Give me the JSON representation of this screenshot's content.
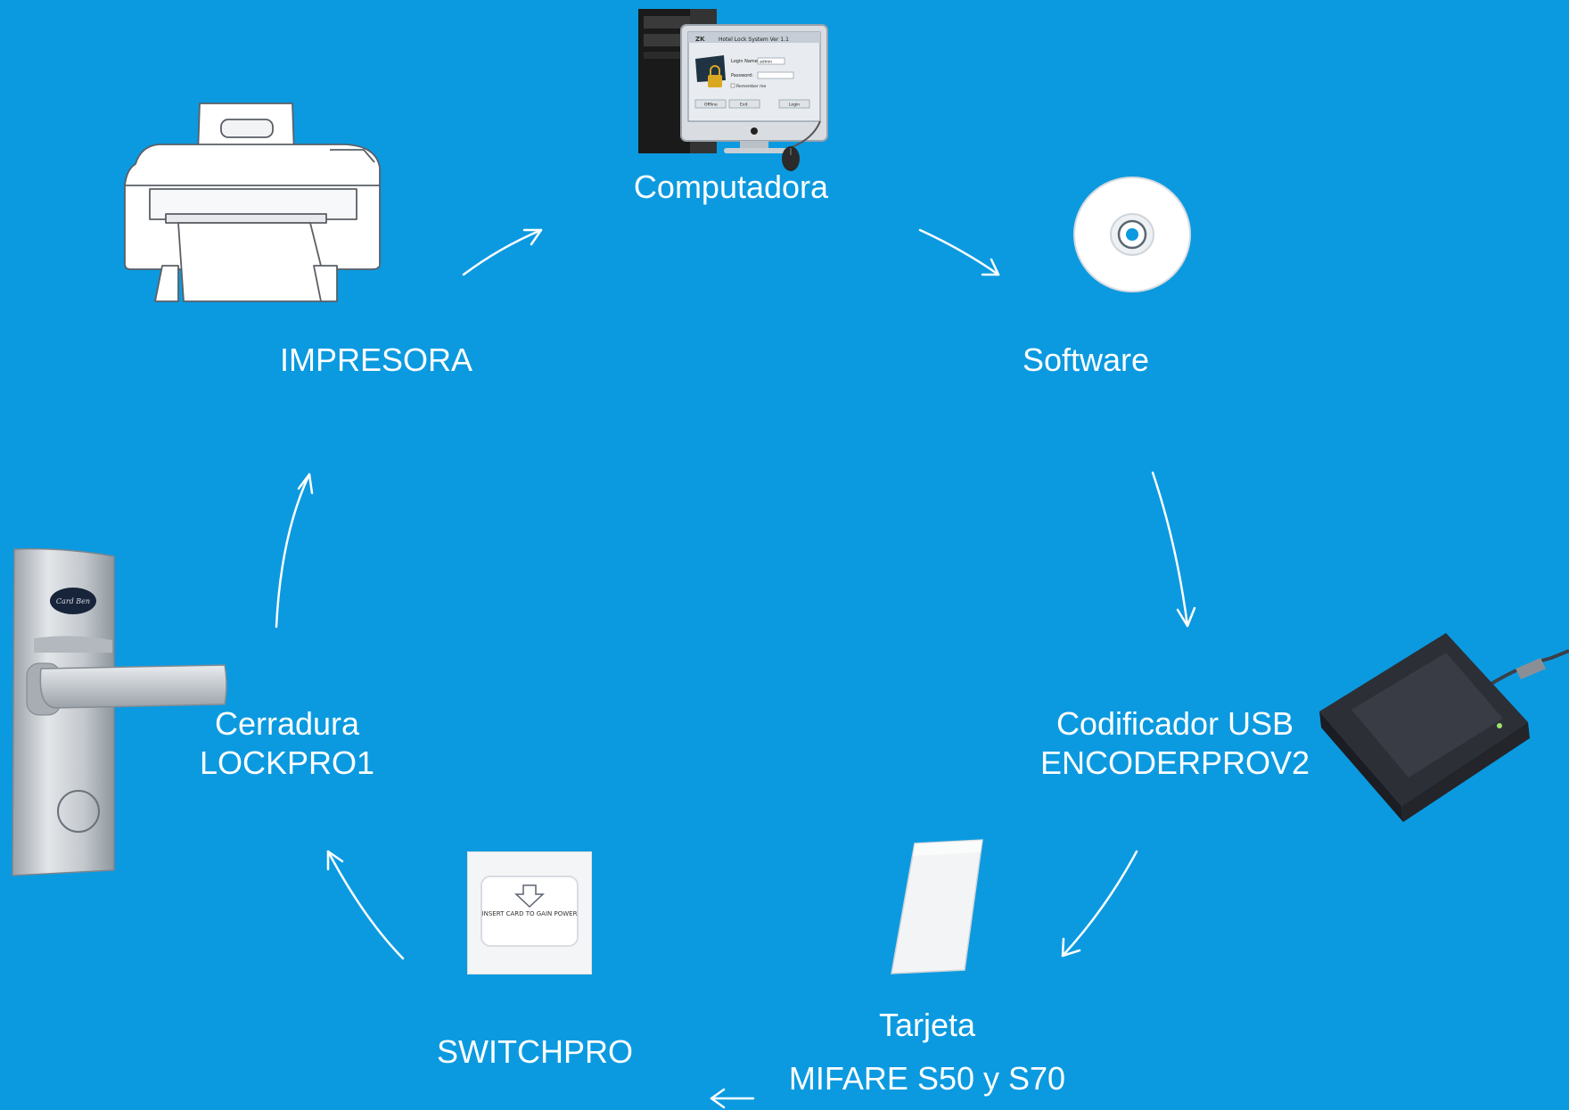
{
  "colors": {
    "background": "#0B9AE0",
    "text": "#FFFFFF",
    "arrow": "#FFFFFF"
  },
  "nodes": {
    "computadora": {
      "icon": "desktop-computer-icon",
      "label": "Computadora"
    },
    "software": {
      "icon": "cd-disc-icon",
      "label": "Software"
    },
    "codificador": {
      "icon": "usb-card-encoder-icon",
      "line1": "Codificador USB",
      "line2": "ENCODERPROV2"
    },
    "tarjeta": {
      "icon": "rfid-card-icon",
      "line1": "Tarjeta",
      "line2": "MIFARE S50 y S70"
    },
    "switchpro": {
      "icon": "card-power-switch-icon",
      "label": "SWITCHPRO",
      "switch_text": "INSERT CARD TO GAIN POWER"
    },
    "cerradura": {
      "icon": "door-lock-icon",
      "line1": "Cerradura",
      "line2": "LOCKPRO1",
      "lock_badge": "Card Ben"
    },
    "impresora": {
      "icon": "printer-icon",
      "label": "IMPRESORA"
    }
  },
  "screen": {
    "window_title": "Hotel Lock System Ver 1.1",
    "login_label": "Login Name:",
    "login_value": "admin",
    "password_label": "Password:",
    "remember_label": "Remember me",
    "buttons": [
      "Offline",
      "Exit",
      "Login"
    ]
  }
}
